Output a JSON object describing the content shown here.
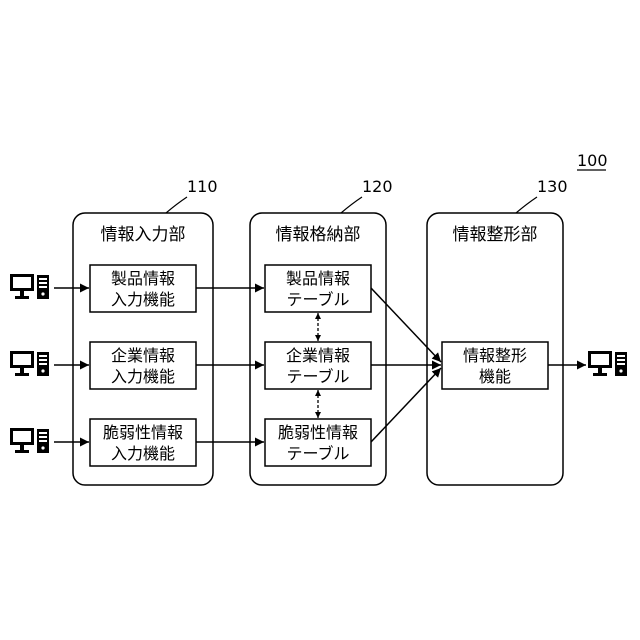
{
  "figure_ref": "100",
  "groups": {
    "input": {
      "ref": "110",
      "title": "情報入力部"
    },
    "store": {
      "ref": "120",
      "title": "情報格納部"
    },
    "format": {
      "ref": "130",
      "title": "情報整形部"
    }
  },
  "functions": {
    "product_input": {
      "line1": "製品情報",
      "line2": "入力機能"
    },
    "company_input": {
      "line1": "企業情報",
      "line2": "入力機能"
    },
    "vuln_input": {
      "line1": "脆弱性情報",
      "line2": "入力機能"
    },
    "product_table": {
      "line1": "製品情報",
      "line2": "テーブル"
    },
    "company_table": {
      "line1": "企業情報",
      "line2": "テーブル"
    },
    "vuln_table": {
      "line1": "脆弱性情報",
      "line2": "テーブル"
    },
    "format_fn": {
      "line1": "情報整形",
      "line2": "機能"
    }
  },
  "icons": {
    "input_terminal": "computer-icon",
    "output_terminal": "computer-icon"
  }
}
